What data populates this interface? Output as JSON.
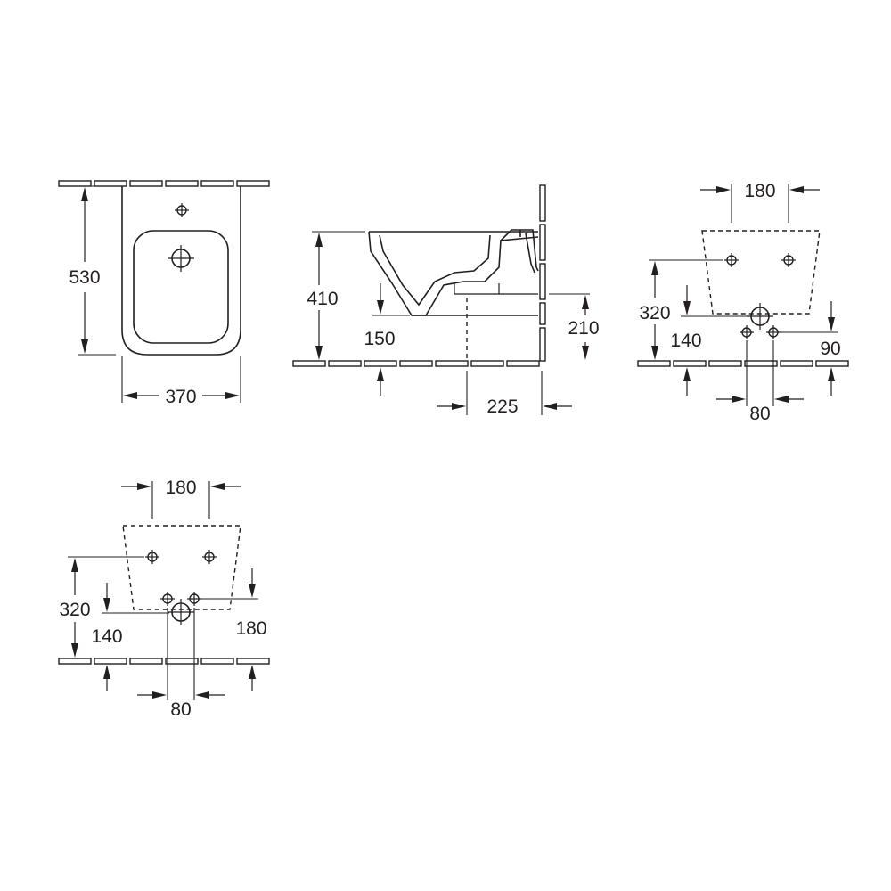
{
  "views": {
    "front": {
      "height_dim": "530",
      "width_dim": "370"
    },
    "side": {
      "rim_height_dim": "410",
      "outlet_height_dim": "150",
      "waste_height_dim": "210",
      "waste_offset_dim": "225"
    },
    "rough_in_a": {
      "bolt_spacing_dim": "180",
      "bolt_height_dim": "320",
      "supply_height_dim": "140",
      "waste_height_dim": "90",
      "supply_spacing_dim": "80"
    },
    "rough_in_b": {
      "bolt_spacing_dim": "180",
      "bolt_height_dim": "320",
      "supply_height_dim": "140",
      "waste_height_dim": "180",
      "supply_spacing_dim": "80"
    }
  },
  "colors": {
    "line": "#231f20",
    "background": "#ffffff"
  }
}
